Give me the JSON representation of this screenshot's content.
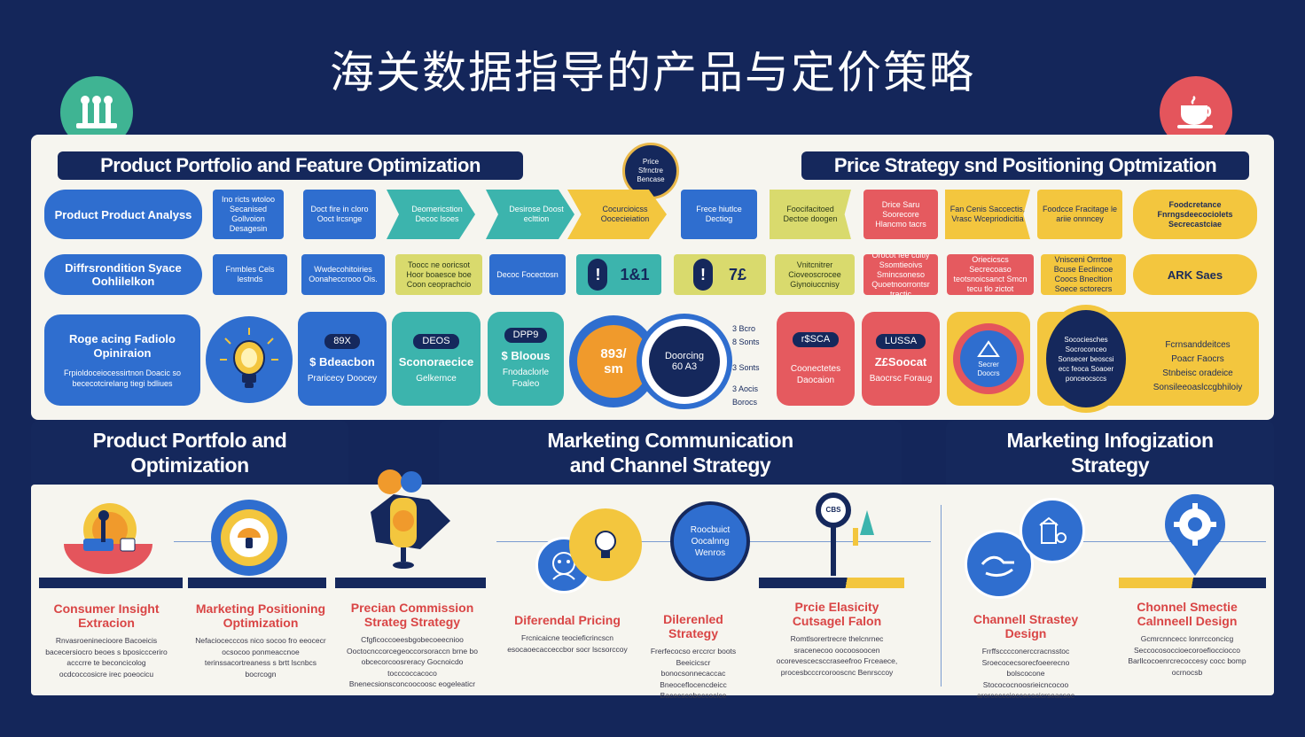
{
  "title": "海关数据指导的产品与定价策略",
  "headers": {
    "top_left": "Product Portfolio and Feature Optimization",
    "top_right": "Price Strategy snd Positioning Optmization",
    "bottom_left": "Product Portfolo and Optimization",
    "bottom_mid": "Marketing Communication and Channel Strategy",
    "bottom_right": "Marketing Infogization Strategy"
  },
  "center_badge": "Price Sfrnctre Bencase",
  "row1": {
    "pill_left": "Product Product Analyss",
    "b1": "Ino ricts wtoloo Secanised Gollvoion Desagesin",
    "b2": "Doct fire in cloro Ooct lrcsnge",
    "b3": "Deomericstion Decoc lsoes",
    "b4": "Desirose Doost eclttion",
    "b5": "Cocurcioicss Oocecieiation",
    "b6": "Frece hiutlce Dectiog",
    "b7": "Foocifacitoed Dectoe doogen",
    "b8": "Drice Saru Soorecore Hlancmo tacrs",
    "b9": "Fan Cenis Saccectis, Vrasc Wcepriodicitia",
    "b10": "Foodcce Fracitage le ariie onnncey",
    "pill_right": "Foodcretance Fnrngsdeecociolets Secrecastciae"
  },
  "row2": {
    "pill_left": "Diffrsrondition Syace Oohlilelkon",
    "b1": "Fnmbles Cels lestnds",
    "b2": "Wwdecohitoiries Oonaheccrooo Ois.",
    "b3": "Toocc ne ooricsot Hoor boaesce boe Coon ceoprachcio",
    "b4": "Decoc Focectosn",
    "b5_val": "1&1",
    "b6_val": "7£",
    "b7": "Vnitcnitrer Cioveoscrocee Giynoiuccnisy",
    "b8": "Orocot fee cuitly Ssomtieoivs Smincsoneso Quoetnoorrontsr tractic",
    "b9": "Oriecicscs Secrecoaso teotsnoicsanct Smcn tecu tlo zictot",
    "b10": "Vnisceni Orrrtoe Bcuse Eeclincoe Coocs Bnecltion Soece sctorecrs",
    "pill_right": "ARK Saes"
  },
  "row3": {
    "pill_title": "Roge acing Fadiolo Opiniraion",
    "pill_desc": "Frpioldoceiocessirtnon Doacic so bececotcirelang tiegi bdliues",
    "t1_tag": "89X",
    "t1_big": "$ Bdeacbon",
    "t1_small": "Praricecy Doocey",
    "t2_tag": "DEOS",
    "t2_big": "Sconoraecice",
    "t2_small": "Gelkernce",
    "t3_tag": "DPP9",
    "t3_big": "$ Bloous",
    "t3_small": "Fnodaclorle Foaleo",
    "gauge_val": "893/ sm",
    "dial_val": "Doorcing 60 A3",
    "legend": [
      "3 Bcro",
      "8 Sonts",
      "3 Sonts",
      "3 Aocis",
      "Borocs"
    ],
    "t4_tag": "r$SCA",
    "t4_small": "Coonectetes Daocaion",
    "t5_tag": "LUSSA",
    "t5_big": "Z£Soocat",
    "t5_small": "Baocrsc Foraug",
    "ring_text": "Secrer Doocrs",
    "big_circle_text": "Socociesches Socroconceo Sonsecer beoscsi ecc feoca Soaoer ponceocsccs",
    "right_list": [
      "Fcrnsanddeitces",
      "Poacr Faocrs",
      "Stnbeisc oradeice",
      "Sonsileeoaslccgbhiloiy"
    ]
  },
  "steps": [
    {
      "title": "Consumer Insight Extracion",
      "desc": "Rnvasroeninecioore Bacoeicis bacecersiocro beoes s bposiccceriro acccrre te beconcicolog ocdcoccosicre irec poeocicu"
    },
    {
      "title": "Marketing Positioning Optimization",
      "desc": "Nefaciocecccos nico socoo fro eeocecr ocsocoo ponmeaccnoe terinssacortreaness s brtt lscnbcs bocrcogn"
    },
    {
      "title": "Precian Commission Strateg Strategy",
      "desc": "Cfgficoccoeesbgobecoeecnioo Ooctocnccorcegeoccorsoraccn brne bo obcecorcoosreracy Gocnoicdo tocccoccacoco Bnenecsionsconcoocoosc eogeleaticr"
    },
    {
      "title": "Diferendal Pricing",
      "desc": "Frcnicaicne teocieficrincscn esocaoecacceccbor socr lscsorccoy"
    },
    {
      "title": "Dilerenled Strategy",
      "desc": "Frerfecocso erccrcr boots Beeicicscr bonocsonnecaccac Bneoceflocencdeicc Bacecscoboccocice"
    },
    {
      "title": "Prcie Elasicity Cutsagel Falon",
      "desc": "Romtlsorertrecre thelcnrnec sracenecoo oocoosoocen ocorevescecsccraseefroo Frceaece, procesbcccrcorooscnc Benrsccoy"
    },
    {
      "title": "Channell Strastey Design",
      "desc": "Frrffscccconerccracnsstoc Sroecocecsorecfoeerecno bolscocone Stocococnoosrieicncocoo arorcecccioccecocicrseacsoc"
    },
    {
      "title": "Chonnel Smectie Calnneell Design",
      "desc": "Gcmrcnncecc lonrrcconcicg Seccocosoccioecoroefiocciocco Barllcocoenrcrecoccesy cocc bomp ocrnocsb"
    }
  ],
  "center_circle_text": "Roocbuict Oocalnng Wenros",
  "search_label": "CBS"
}
